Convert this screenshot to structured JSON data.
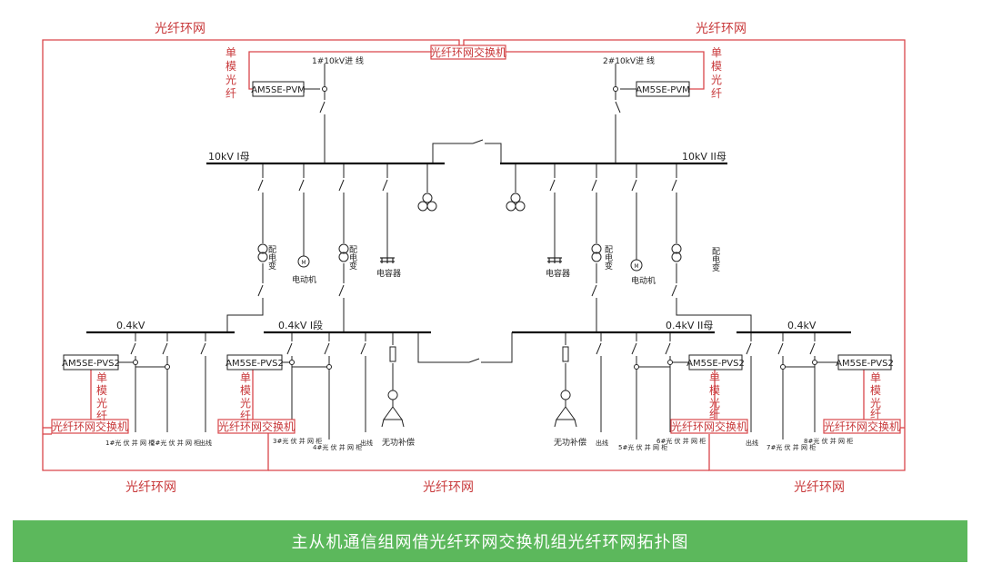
{
  "labels": {
    "ring": "光纤环网",
    "switch": "光纤环网交换机",
    "fiber_chars": [
      "单",
      "模",
      "光",
      "纤"
    ],
    "pvm": "AM5SE-PVM",
    "pvs": "AM5SE-PVS2",
    "line1": "1#10kV进 线",
    "line2": "2#10kV进 线",
    "bus_10_1": "10kV I母",
    "bus_10_2": "10kV II母",
    "bus_04": "0.4kV",
    "bus_04_1": "0.4kV I段",
    "bus_04_2": "0.4kV II母",
    "transformer": "配电变",
    "motor": "电动机",
    "capacitor": "电容器",
    "comp": "无功补偿",
    "outline": "出线",
    "pv1": "1#光 伏 并 网 柜",
    "pv2": "2#光 伏 并 网 柜",
    "pv3": "3#光 伏 并 网 柜",
    "pv4": "4#光 伏 并 网 柜",
    "pv5": "5#光 伏 并 网 柜",
    "pv6": "6#光 伏 并 网 柜",
    "pv7": "7#光 伏 并 网 柜",
    "pv8": "8#光 伏 并 网 柜"
  },
  "caption": "主从机通信组网借光纤环网交换机组光纤环网拓扑图",
  "colors": {
    "fiber": "#d9464a",
    "wire": "#222222",
    "banner": "#5cb85c"
  }
}
